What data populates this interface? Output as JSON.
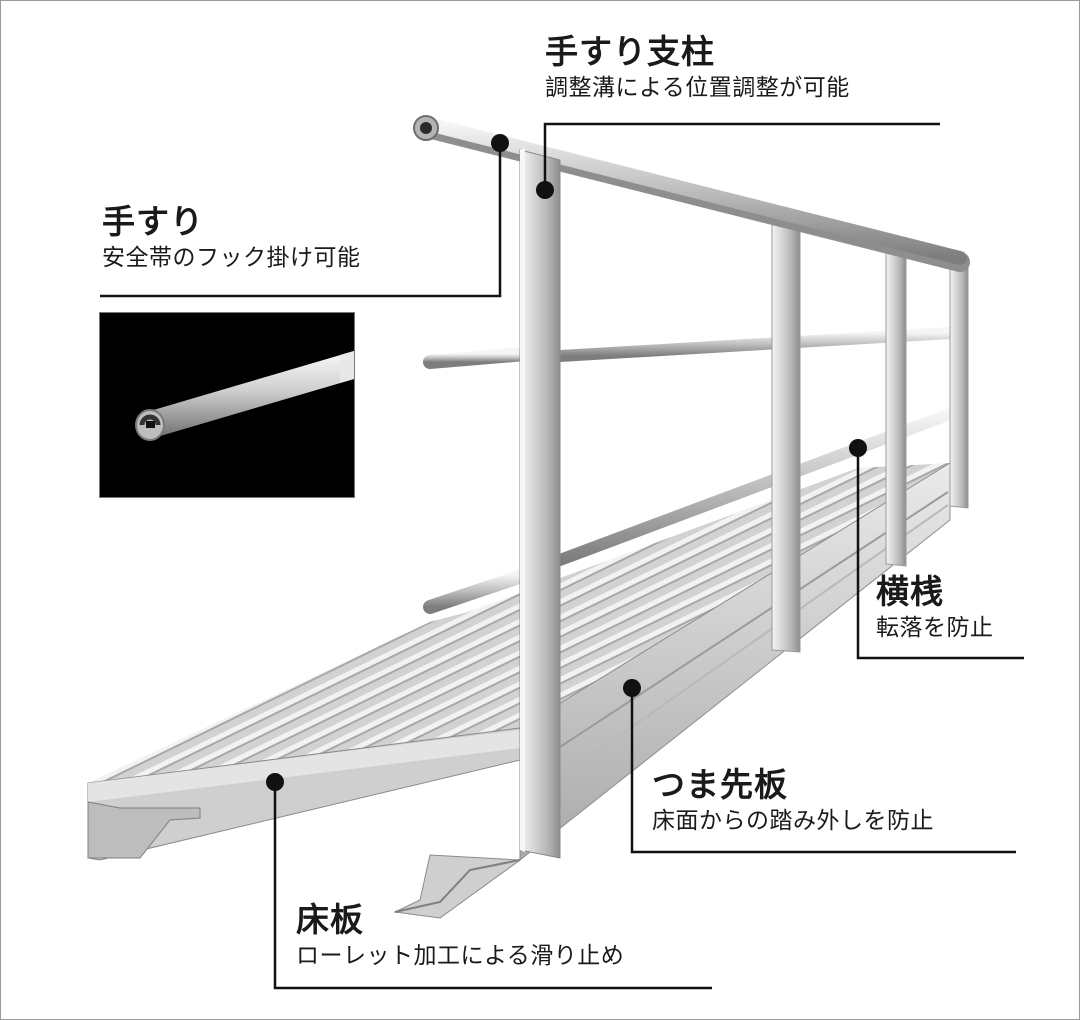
{
  "callouts": {
    "handrail_post": {
      "title": "手すり支柱",
      "desc": "調整溝による位置調整が可能"
    },
    "handrail": {
      "title": "手すり",
      "desc": "安全帯のフック掛け可能"
    },
    "cross_rail": {
      "title": "横桟",
      "desc": "転落を防止"
    },
    "toe_board": {
      "title": "つま先板",
      "desc": "床面からの踏み外しを防止"
    },
    "floor_board": {
      "title": "床板",
      "desc": "ローレット加工による滑り止め"
    }
  },
  "colors": {
    "frame_border": "#9a9a9a",
    "leader_line": "#111111",
    "aluminum_light": "#e6e6e6",
    "aluminum_mid": "#c9c9c9",
    "aluminum_dark": "#8f8f8f",
    "inset_background": "#000000"
  }
}
